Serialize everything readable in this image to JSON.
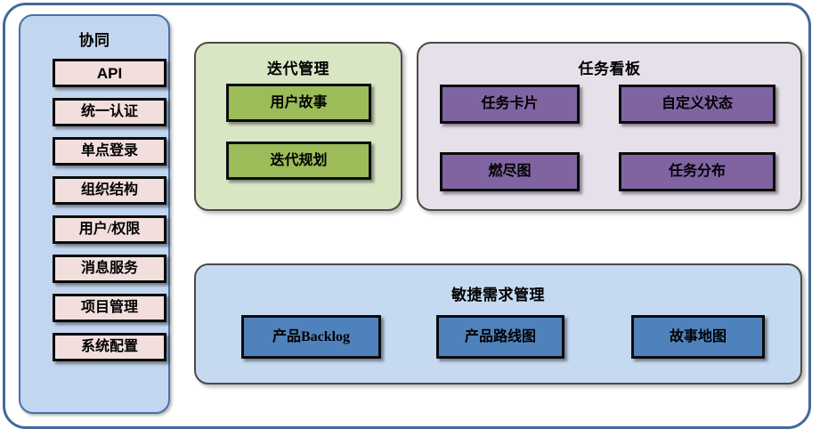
{
  "diagram": {
    "sidebar": {
      "title": "协同",
      "items": [
        {
          "label": "API"
        },
        {
          "label": "统一认证"
        },
        {
          "label": "单点登录"
        },
        {
          "label": "组织结构"
        },
        {
          "label": "用户/权限"
        },
        {
          "label": "消息服务"
        },
        {
          "label": "项目管理"
        },
        {
          "label": "系统配置"
        }
      ]
    },
    "iteration_panel": {
      "title": "迭代管理",
      "items": [
        {
          "label": "用户故事"
        },
        {
          "label": "迭代规划"
        }
      ]
    },
    "taskboard_panel": {
      "title": "任务看板",
      "items": [
        {
          "label": "任务卡片"
        },
        {
          "label": "自定义状态"
        },
        {
          "label": "燃尽图"
        },
        {
          "label": "任务分布"
        }
      ]
    },
    "requirements_panel": {
      "title": "敏捷需求管理",
      "items": [
        {
          "label": "产品Backlog"
        },
        {
          "label": "产品路线图"
        },
        {
          "label": "故事地图"
        }
      ]
    }
  },
  "colors": {
    "frame_border": "#41699c",
    "sidebar_fill": "#c3d6ef",
    "sidebar_border": "#4472a8",
    "pink_node": "#f2dfdd",
    "green_panel": "#d9e6c3",
    "green_node": "#9cbb59",
    "purple_panel": "#e6e0ea",
    "purple_node": "#8064a2",
    "blue_panel": "#c5d9f1",
    "blue_node": "#4f81bd",
    "node_border": "#0b0b0b"
  }
}
